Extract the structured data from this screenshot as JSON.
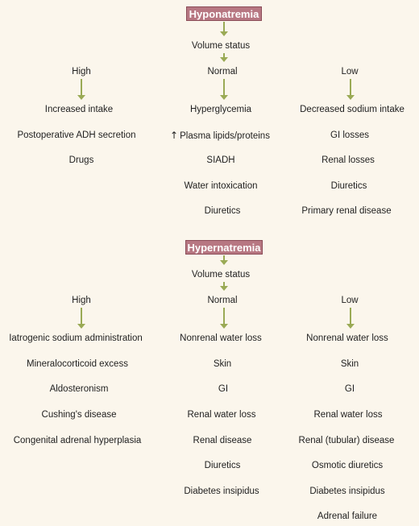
{
  "hyponatremia": {
    "title": "Hyponatremia",
    "volume_status": "Volume status",
    "high": {
      "label": "High",
      "items": [
        "Increased intake",
        "Postoperative ADH secretion",
        "Drugs"
      ]
    },
    "normal": {
      "label": "Normal",
      "items": [
        "Hyperglycemia",
        "Plasma lipids/proteins",
        "SIADH",
        "Water intoxication",
        "Diuretics"
      ]
    },
    "low": {
      "label": "Low",
      "items": [
        "Decreased sodium intake",
        "GI losses",
        "Renal losses",
        "Diuretics",
        "Primary renal disease"
      ]
    }
  },
  "hypernatremia": {
    "title": "Hypernatremia",
    "volume_status": "Volume status",
    "high": {
      "label": "High",
      "items": [
        "Iatrogenic sodium administration",
        "Mineralocorticoid excess",
        "Aldosteronism",
        "Cushing's disease",
        "Congenital adrenal hyperplasia"
      ]
    },
    "normal": {
      "label": "Normal",
      "items": [
        "Nonrenal water loss",
        "Skin",
        "GI",
        "Renal water loss",
        "Renal disease",
        "Diuretics",
        "Diabetes insipidus"
      ]
    },
    "low": {
      "label": "Low",
      "items": [
        "Nonrenal water loss",
        "Skin",
        "GI",
        "Renal water loss",
        "Renal (tubular) disease",
        "Osmotic diuretics",
        "Diabetes insipidus",
        "Adrenal failure"
      ]
    }
  },
  "colors": {
    "background": "#fbf6ec",
    "title_box": "#b77782",
    "arrow": "#9aaa55"
  },
  "icons": {
    "increase": "up-arrow-icon"
  }
}
